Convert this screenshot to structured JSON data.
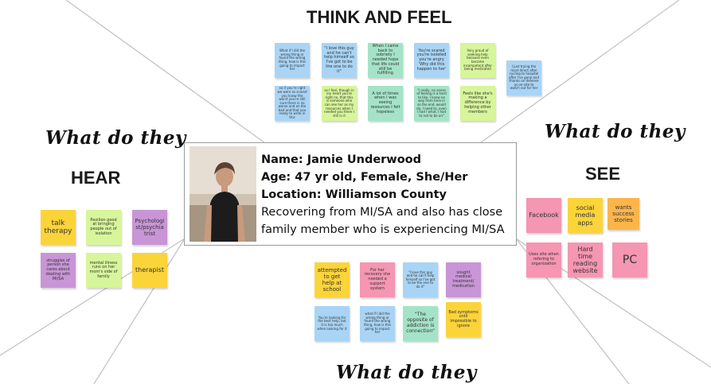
{
  "sections": {
    "think_feel": "THINK AND FEEL",
    "hear": "HEAR",
    "see": "SEE",
    "script_left": "What do they",
    "script_right": "What do they",
    "script_bottom": "What do they"
  },
  "persona": {
    "name": "Name: Jamie Underwood",
    "age": "Age: 47 yr old, Female, She/Her",
    "location": "Location: Williamson County",
    "desc_line1": "Recovering from MI/SA and also has close",
    "desc_line2": "family member who is experiencing MI/SA"
  },
  "think_notes": [
    "What if I did the wrong thing or found the wrong thing, how is this going to impact her",
    "\"I love this guy and he can't help himself so I've got to be the one to do it\"",
    "When I came back to sobriety I needed hope that life could still be fulfilling",
    "You're scared you're isolated you're angry 'Why did this happen to her'",
    "Very proud of seeking help because even became incompetent after being medicated",
    "I just trying the most direct after cycling to hospital after I've gone and thanks on defense as on-site to watch out for her",
    "so if you're right we were so scared you know the worst you're still sure there is no worse and on the bad and that you ready to write in this",
    "so I feel, though in my heart you're right no, that this is someone who can see her as my resources when I needed you there I still in it",
    "A lot of times when I was seeing resources I felt hopeless",
    "\"I really, no sense of feeling is a hard to like, I knew no way from here in so the end, would do, I need to, even I had I what, I had to not to be on\"",
    "Feels like she's making a difference by helping other members"
  ],
  "hear_notes": [
    "talk therapy",
    "Pavilion good at bringing people out of isolation",
    "Psychologist/psychiatrist",
    "struggles of person she cares about dealing with MI/SA",
    "mental illness runs on her mom's side of family",
    "therapist"
  ],
  "see_notes": [
    "Facebook",
    "social media apps",
    "wants success stories",
    "Uses site when refering to organization",
    "Hard time reading website",
    "PC"
  ],
  "do_notes": [
    "attempted to get help at school",
    "For her recovery she needed a support system",
    "\"I love this guy and he can't help himself so I've got to be the one to do it\"",
    "sought medical treatment/ medication",
    "You're looking for the best help, but it is too much when looking for it",
    "what if I did the wrong thing or found the wrong thing, how is this going to impact her",
    "\"The opposite of addiction is connection\"",
    "Bad symptoms until impossible to ignore"
  ],
  "colors": {
    "blue": "#a9d4f5",
    "green": "#a4e3c8",
    "lime": "#d7f59a",
    "yellow": "#fbd43a",
    "pink": "#f596b2",
    "purple": "#c895d6",
    "orange": "#fbb54b",
    "divider": "#bdbdbd"
  }
}
